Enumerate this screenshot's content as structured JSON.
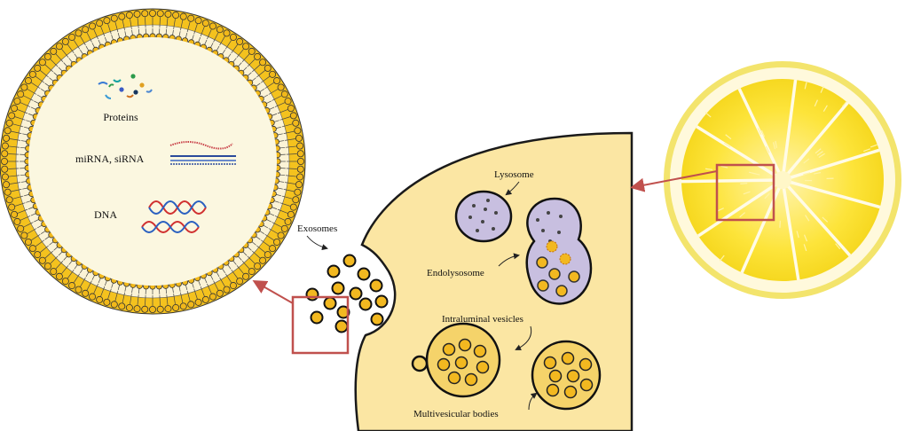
{
  "labels": {
    "proteins": "Proteins",
    "rna": "miRNA, siRNA",
    "dna": "DNA",
    "exosomes": "Exosomes",
    "lysosome": "Lysosome",
    "endolysosome": "Endolysosome",
    "ilv": "Intraluminal vesicles",
    "mvb": "Multivesicular bodies"
  },
  "colors": {
    "membrane_head": "#f1b81a",
    "vesicle_inner": "#fbf3d6",
    "cell_fill": "#fbe6a3",
    "lysosome_fill": "#c8bfe0",
    "mvb_fill": "#f5d36a",
    "arrow": "#c0504d",
    "lemon_peel": "#f5e66e",
    "lemon_pulp": "#fbe233",
    "lemon_pith": "#fffbe2"
  },
  "icons": [
    "protein-molecules-icon",
    "rna-strands-icon",
    "dna-helix-icon",
    "lemon-slice-image"
  ]
}
